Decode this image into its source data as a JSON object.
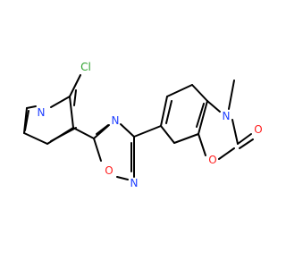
{
  "molecule": {
    "atoms": [
      {
        "id": "Cl",
        "label": "Cl",
        "color": "#2ca02c"
      },
      {
        "id": "N_pyr",
        "label": "N",
        "color": "#1f3fff"
      },
      {
        "id": "N_oxa_upper",
        "label": "N",
        "color": "#1f3fff"
      },
      {
        "id": "O_oxa",
        "label": "O",
        "color": "#ff1f1f"
      },
      {
        "id": "N_oxa_lower",
        "label": "N",
        "color": "#1f3fff"
      },
      {
        "id": "N_benz",
        "label": "N",
        "color": "#1f3fff"
      },
      {
        "id": "O_ring",
        "label": "O",
        "color": "#ff1f1f"
      },
      {
        "id": "O_carbonyl",
        "label": "O",
        "color": "#ff1f1f"
      }
    ]
  }
}
